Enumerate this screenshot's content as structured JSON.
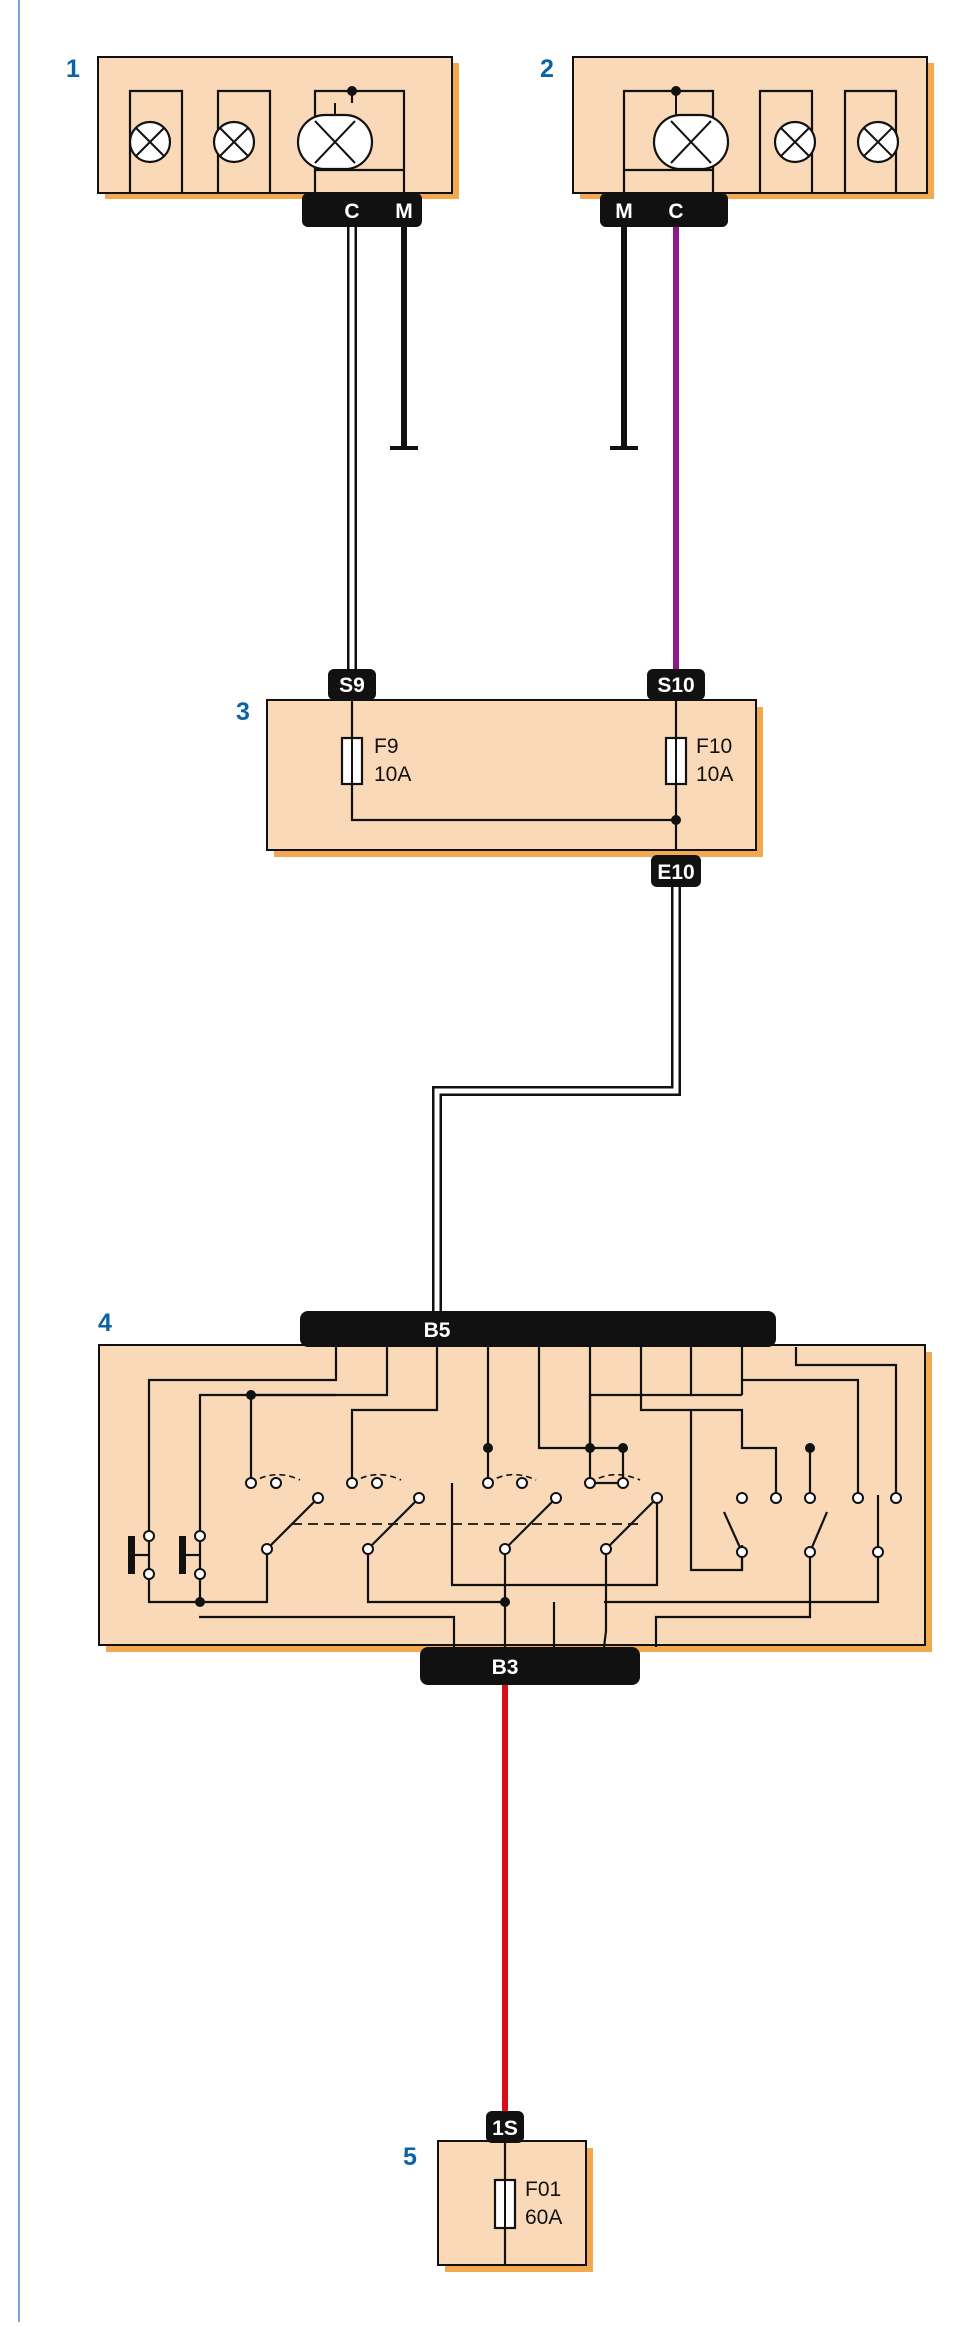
{
  "colors": {
    "component_fill": "#fad9b8",
    "shadow": "#f2a94f",
    "connector": "#111111",
    "label_blue": "#0a62a8",
    "wire_black": "#111111",
    "wire_purple": "#8b1a8c",
    "wire_red": "#d80f17",
    "left_rule": "#7aa6d6"
  },
  "components": [
    {
      "num": "1",
      "pins": [
        "C",
        "M"
      ]
    },
    {
      "num": "2",
      "pins": [
        "M",
        "C"
      ]
    },
    {
      "num": "3",
      "pins": [
        "S9",
        "S10",
        "E10"
      ],
      "fuses": [
        {
          "id": "F9",
          "rating": "10A"
        },
        {
          "id": "F10",
          "rating": "10A"
        }
      ]
    },
    {
      "num": "4",
      "pins": [
        "B5",
        "B3"
      ]
    },
    {
      "num": "5",
      "pins": [
        "1S"
      ],
      "fuses": [
        {
          "id": "F01",
          "rating": "60A"
        }
      ]
    }
  ]
}
